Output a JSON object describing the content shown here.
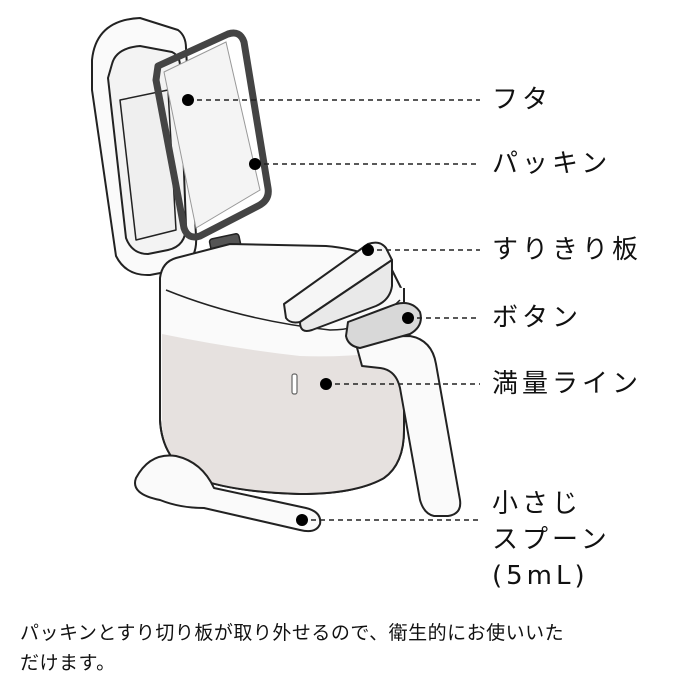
{
  "labels": {
    "lid": "フタ",
    "gasket": "パッキン",
    "leveling_plate": "すりきり板",
    "button": "ボタン",
    "fill_line": "満量ライン",
    "spoon_line1": "小さじ",
    "spoon_line2": "スプーン",
    "spoon_line3": "(5mL)"
  },
  "caption": {
    "line1": "パッキンとすり切り板が取り外せるので、衛生的にお使いいた",
    "line2": "だけます。"
  },
  "colors": {
    "stroke": "#222222",
    "container_fill": "#e6e1df",
    "container_top": "#fafafa",
    "gasket": "#555555"
  }
}
